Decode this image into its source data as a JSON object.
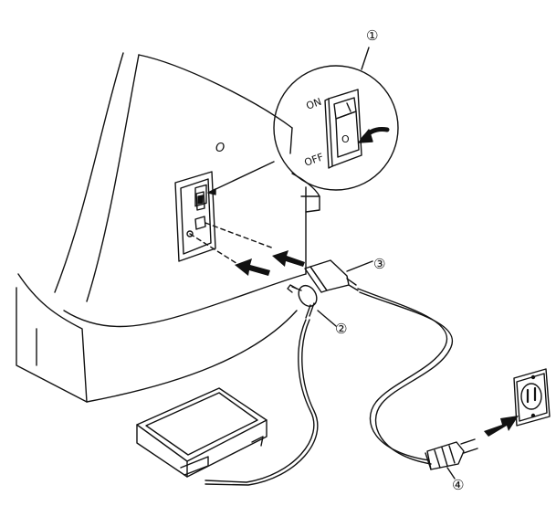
{
  "switch_labels": {
    "on": "ON",
    "off": "OFF",
    "rocker_mark": "O"
  },
  "callouts": [
    {
      "id": "1",
      "label": "①",
      "part": "power-switch"
    },
    {
      "id": "2",
      "label": "②",
      "part": "foot-control-plug"
    },
    {
      "id": "3",
      "label": "③",
      "part": "machine-plug"
    },
    {
      "id": "4",
      "label": "④",
      "part": "power-supply-plug"
    }
  ],
  "machine_marks": {
    "light_symbol": "O"
  }
}
